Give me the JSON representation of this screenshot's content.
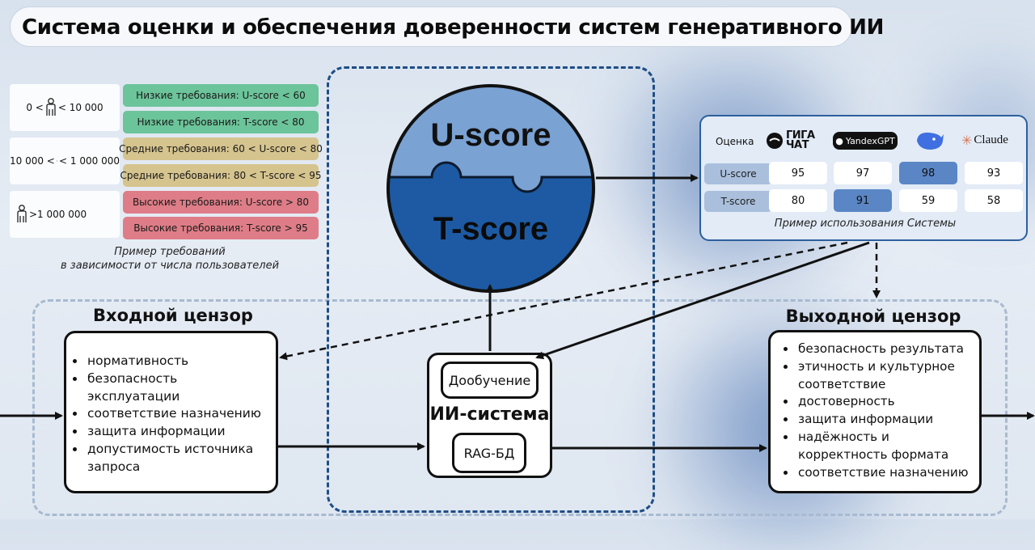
{
  "title": "Система оценки и обеспечения доверенности систем генеративного ИИ",
  "user_groups": [
    {
      "left": "0 <",
      "right": "< 10 000"
    },
    {
      "left": "10 000 <",
      "right": "< 1 000 000"
    },
    {
      "left": "",
      "right": ">1 000 000"
    }
  ],
  "requirements": [
    "Низкие требования: U-score < 60",
    "Низкие требования: T-score < 80",
    "Средние требования: 60 < U-score < 80",
    "Средние требования: 80 < T-score < 95",
    "Высокие требования: U-score > 80",
    "Высокие требования: T-score > 95"
  ],
  "requirements_caption": [
    "Пример требований",
    "в зависимости от числа пользователей"
  ],
  "puzzle": {
    "top": "U-score",
    "bottom": "T-score"
  },
  "scores": {
    "header_label": "Оценка",
    "models": [
      "ГИГА ЧАТ",
      "YandexGPT",
      "DeepSeek",
      "Claude"
    ],
    "rows": [
      {
        "label": "U-score",
        "values": [
          "95",
          "97",
          "98",
          "93"
        ],
        "highlight": 2
      },
      {
        "label": "T-score",
        "values": [
          "80",
          "91",
          "59",
          "58"
        ],
        "highlight": 1
      }
    ],
    "caption": "Пример использования Системы"
  },
  "input_censor": {
    "title": "Входной цензор",
    "items": [
      "нормативность",
      "безопасность эксплуатации",
      "соответствие назначению",
      "защита информации",
      "допустимость источника запроса"
    ]
  },
  "ai_system": {
    "title": "ИИ-система",
    "finetune": "Дообучение",
    "rag": "RAG-БД"
  },
  "output_censor": {
    "title": "Выходной цензор",
    "items": [
      "безопасность результата",
      "этичность и культурное соответствие",
      "достоверность",
      "защита информации",
      "надёжность и корректность формата",
      "соответствие назначению"
    ]
  },
  "colors": {
    "navy": "#1f4e86",
    "u_score_fill": "#7aa2d3",
    "t_score_fill": "#1d5aa3",
    "low": "#6cc49a",
    "medium": "#d6c48e",
    "high": "#de7d87",
    "highlight_cell": "#5a86c5"
  }
}
